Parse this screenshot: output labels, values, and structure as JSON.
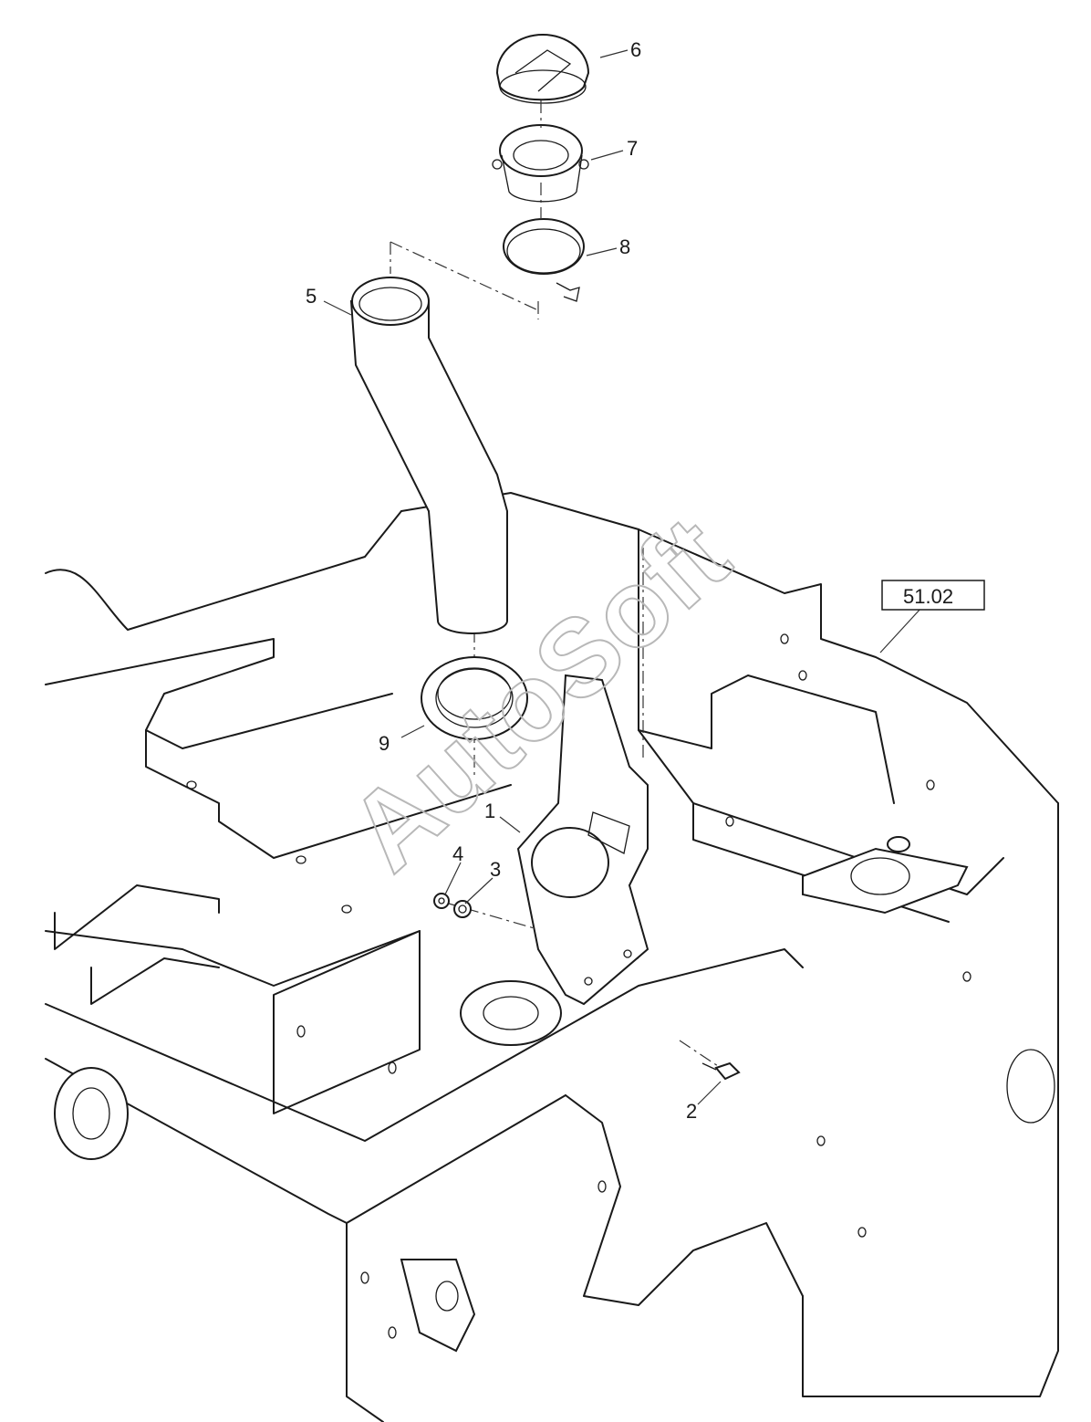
{
  "callouts": [
    {
      "id": "1",
      "label": "1"
    },
    {
      "id": "2",
      "label": "2"
    },
    {
      "id": "3",
      "label": "3"
    },
    {
      "id": "4",
      "label": "4"
    },
    {
      "id": "5",
      "label": "5"
    },
    {
      "id": "6",
      "label": "6"
    },
    {
      "id": "7",
      "label": "7"
    },
    {
      "id": "8",
      "label": "8"
    },
    {
      "id": "9",
      "label": "9"
    }
  ],
  "reference": {
    "label": "51.02"
  },
  "watermark": {
    "text": "AutoSoft"
  }
}
